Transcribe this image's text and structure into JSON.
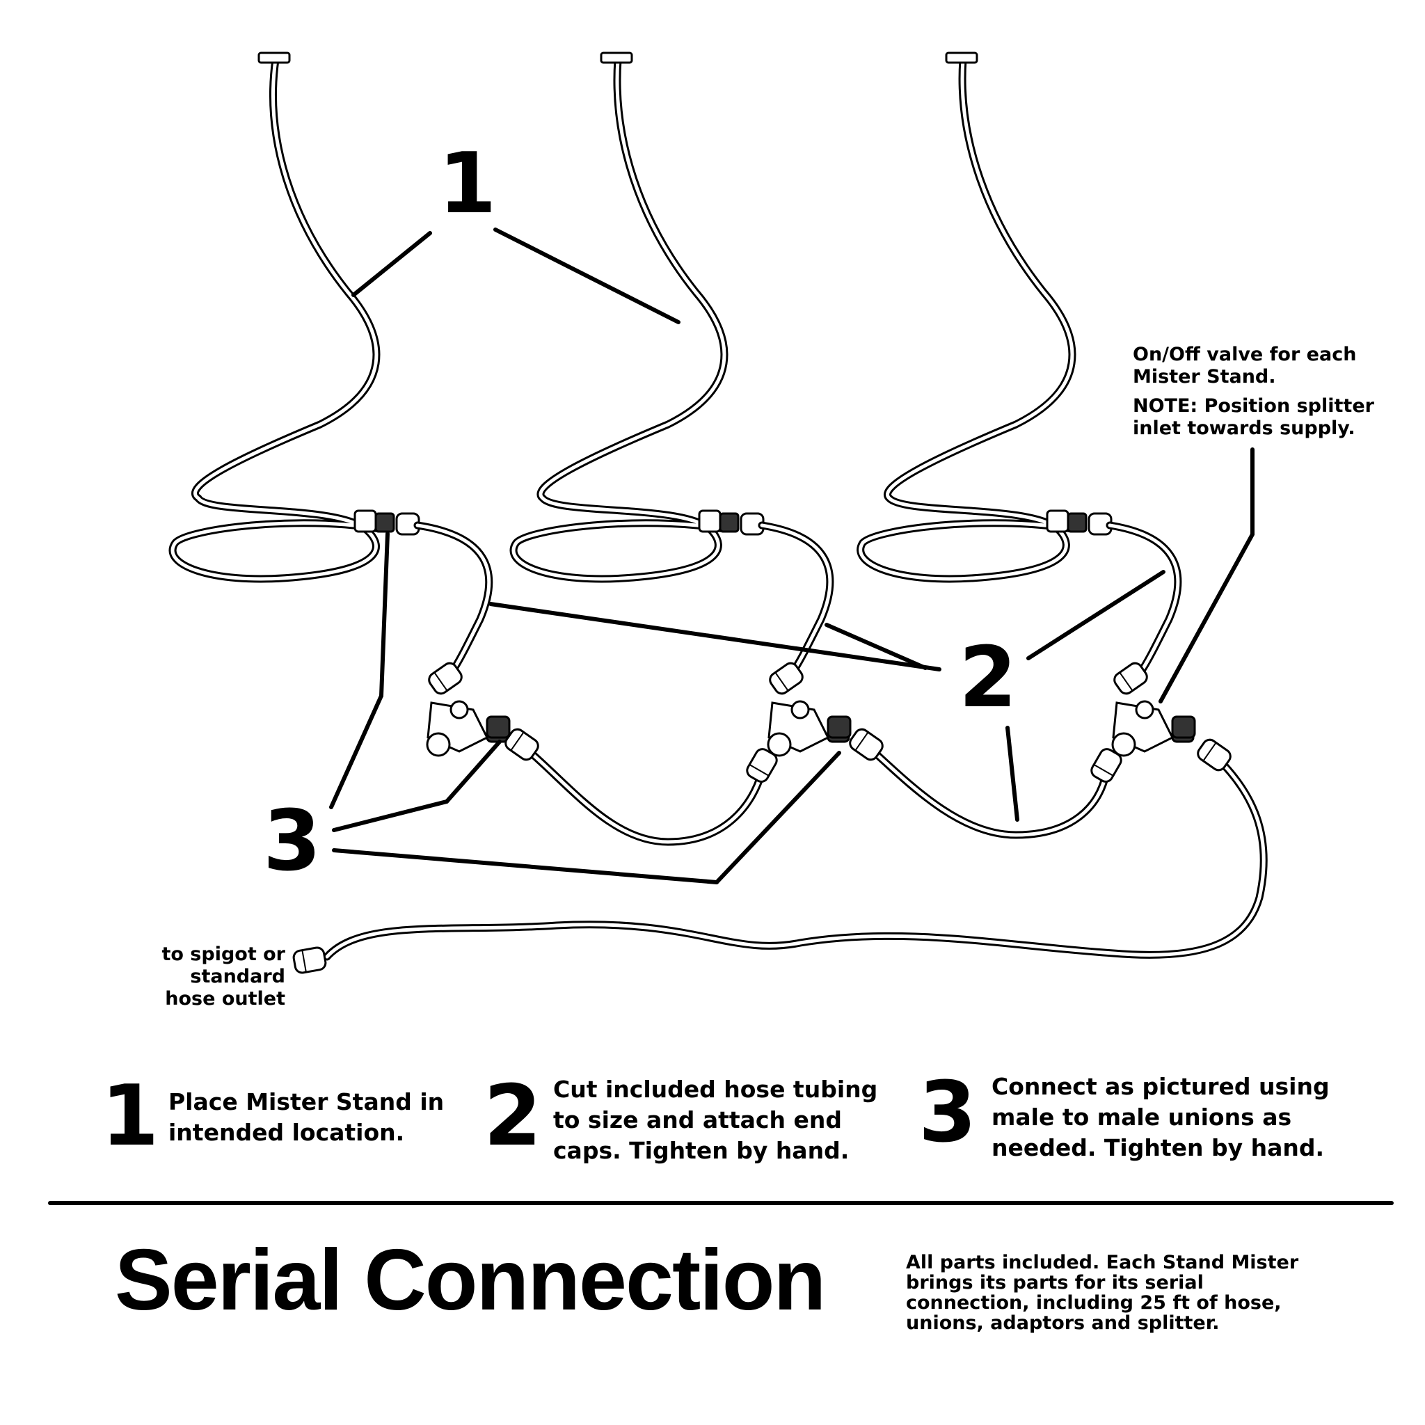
{
  "callouts": {
    "one": "1",
    "two": "2",
    "three": "3"
  },
  "annotations": {
    "valve_line1": "On/Off valve for each",
    "valve_line2": "Mister Stand.",
    "note_line1": "NOTE: Position splitter",
    "note_line2": "inlet towards supply.",
    "spigot_line1": "to spigot or standard",
    "spigot_line2": "hose outlet"
  },
  "steps": [
    {
      "number": "1",
      "line1": "Place Mister Stand in",
      "line2": "intended location.",
      "line3": ""
    },
    {
      "number": "2",
      "line1": "Cut included hose tubing",
      "line2": "to size and attach end",
      "line3": "caps.  Tighten by hand."
    },
    {
      "number": "3",
      "line1": "Connect as pictured using",
      "line2": "male to male unions as",
      "line3": "needed. Tighten by hand."
    }
  ],
  "title": "Serial Connection",
  "footnote": {
    "line1": "All parts included.  Each Stand Mister",
    "line2": "brings its parts for its serial",
    "line3": "connection, including 25 ft of hose,",
    "line4": "unions, adaptors and splitter."
  },
  "icons": [
    "mister-stand-hose",
    "hose-end-cap",
    "y-splitter-valve",
    "male-union"
  ]
}
